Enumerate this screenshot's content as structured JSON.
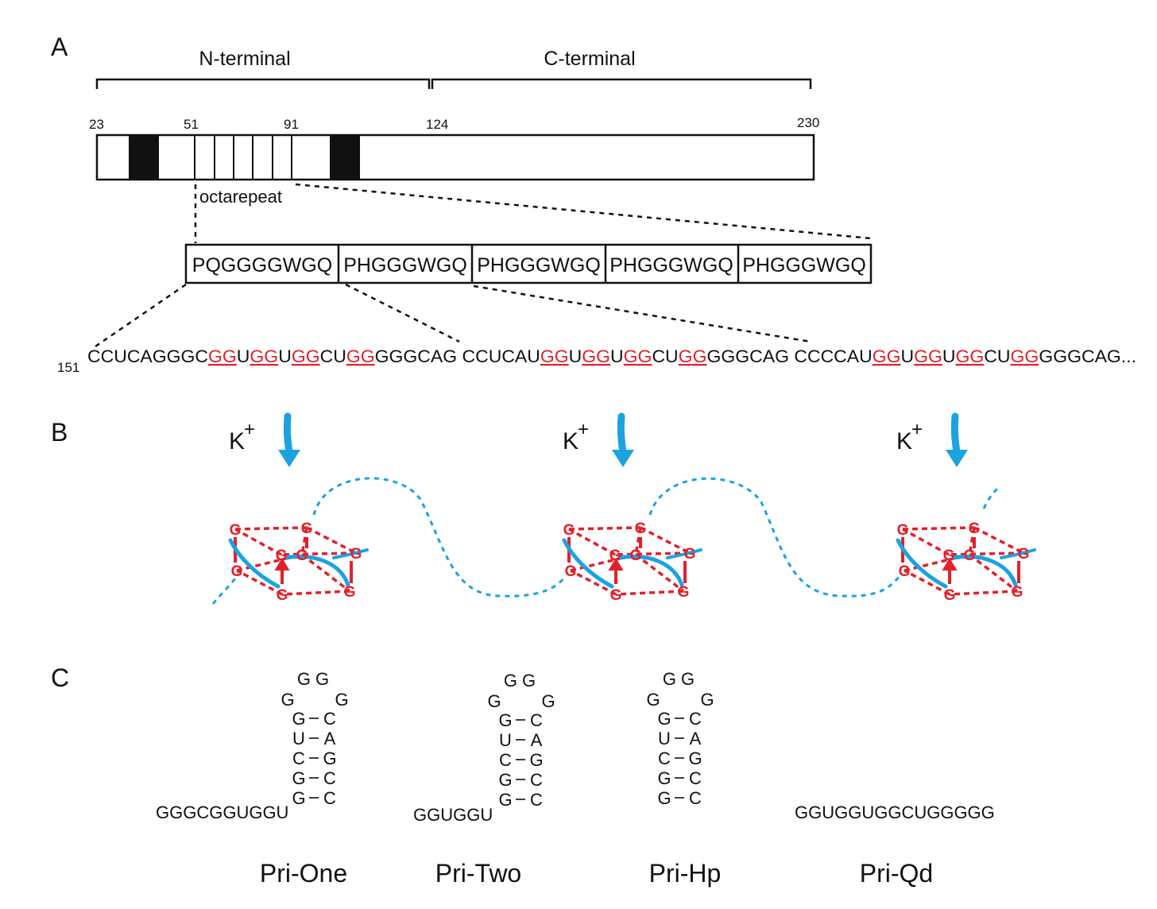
{
  "panels": {
    "a": "A",
    "b": "B",
    "c": "C"
  },
  "panel_a": {
    "n_terminal": "N-terminal",
    "c_terminal": "C-terminal",
    "positions": [
      "23",
      "51",
      "91",
      "124",
      "230"
    ],
    "octarepeat_label": "octarepeat",
    "repeats": [
      "PQGGGGWGQ",
      "PHGGGWGQ",
      "PHGGGWGQ",
      "PHGGGWGQ",
      "PHGGGWGQ"
    ],
    "seq_start": "151",
    "sequence": [
      {
        "t": "CCUCAGGGC",
        "g": false
      },
      {
        "t": "GG",
        "g": true
      },
      {
        "t": "U",
        "g": false
      },
      {
        "t": "GG",
        "g": true
      },
      {
        "t": "U",
        "g": false
      },
      {
        "t": "GG",
        "g": true
      },
      {
        "t": "CU",
        "g": false
      },
      {
        "t": "GG",
        "g": true
      },
      {
        "t": "GGGCAG CCUCAU",
        "g": false
      },
      {
        "t": "GG",
        "g": true
      },
      {
        "t": "U",
        "g": false
      },
      {
        "t": "GG",
        "g": true
      },
      {
        "t": "U",
        "g": false
      },
      {
        "t": "GG",
        "g": true
      },
      {
        "t": "CU",
        "g": false
      },
      {
        "t": "GG",
        "g": true
      },
      {
        "t": "GGGCAG CCCCAU",
        "g": false
      },
      {
        "t": "GG",
        "g": true
      },
      {
        "t": "U",
        "g": false
      },
      {
        "t": "GG",
        "g": true
      },
      {
        "t": "U",
        "g": false
      },
      {
        "t": "GG",
        "g": true
      },
      {
        "t": "CU",
        "g": false
      },
      {
        "t": "GG",
        "g": true
      },
      {
        "t": "GGGCAG...",
        "g": false
      }
    ]
  },
  "panel_b": {
    "ion": "K",
    "ion_charge": "+",
    "base": "G",
    "colors": {
      "guanine": "#e3202a",
      "strand": "#1aa3e0"
    }
  },
  "panel_c": {
    "hairpins": [
      {
        "loop_top": "G G",
        "loop_left": "G",
        "loop_right": "G",
        "pairs": [
          [
            "G",
            "C"
          ],
          [
            "U",
            "A"
          ],
          [
            "C",
            "G"
          ],
          [
            "G",
            "C"
          ],
          [
            "G",
            "C"
          ]
        ],
        "tail": "GGGCGGUGGU",
        "name": "Pri-One"
      },
      {
        "loop_top": "G G",
        "loop_left": "G",
        "loop_right": "G",
        "pairs": [
          [
            "G",
            "C"
          ],
          [
            "U",
            "A"
          ],
          [
            "C",
            "G"
          ],
          [
            "G",
            "C"
          ],
          [
            "G",
            "C"
          ]
        ],
        "tail": "GGUGGU",
        "name": "Pri-Two"
      },
      {
        "loop_top": "G G",
        "loop_left": "G",
        "loop_right": "G",
        "pairs": [
          [
            "G",
            "C"
          ],
          [
            "U",
            "A"
          ],
          [
            "C",
            "G"
          ],
          [
            "G",
            "C"
          ],
          [
            "G",
            "C"
          ]
        ],
        "tail": "",
        "name": "Pri-Hp"
      }
    ],
    "qd_sequence": "GGUGGUGGCUGGGGG",
    "qd_name": "Pri-Qd"
  }
}
